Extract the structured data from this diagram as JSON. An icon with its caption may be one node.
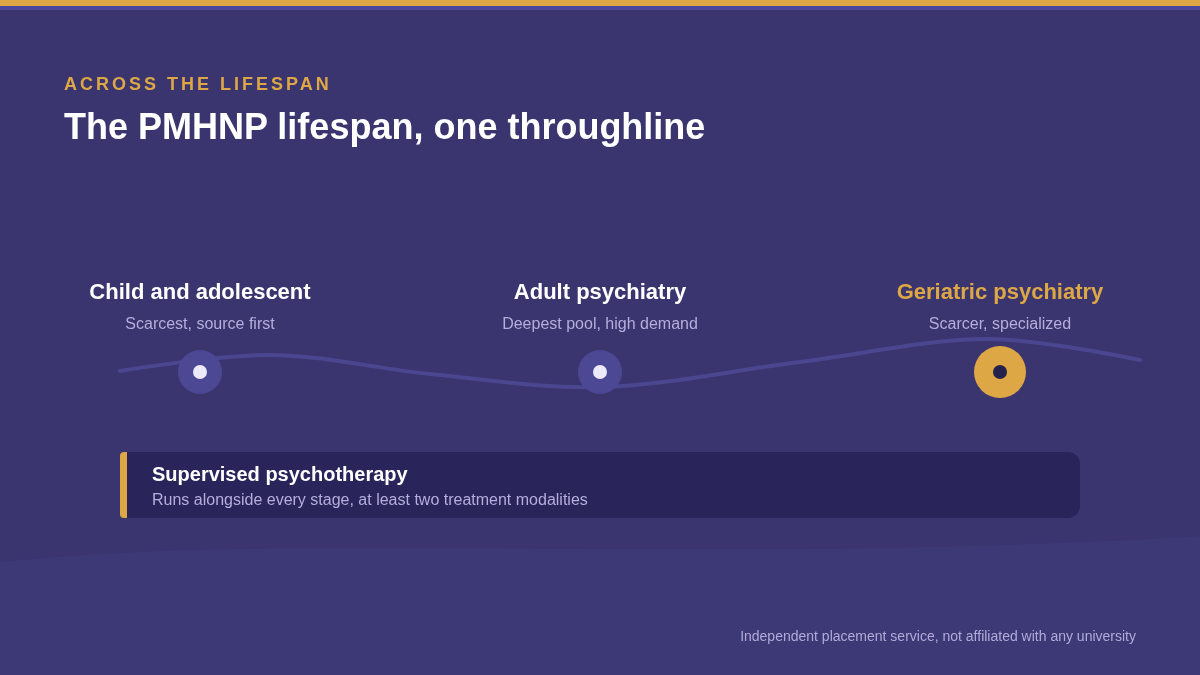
{
  "diagram": {
    "title": "The PMHNP lifespan, one throughline",
    "nodes": [
      {
        "text": [
          "Child and adolescent",
          "Scarcest, source first"
        ]
      },
      {
        "text": [
          "Adult psychiatry",
          "Deepest pool, high demand"
        ]
      },
      {
        "text": [
          "Geriatric psychiatry",
          "Scarcer, specialized"
        ]
      },
      {
        "text": [
          "Supervised psychotherapy",
          "Runs alongside every stage, at least two treatment modalities"
        ]
      }
    ],
    "labels": [
      "ACROSS THE LIFESPAN",
      "Independent placement service, not affiliated with any university"
    ]
  }
}
